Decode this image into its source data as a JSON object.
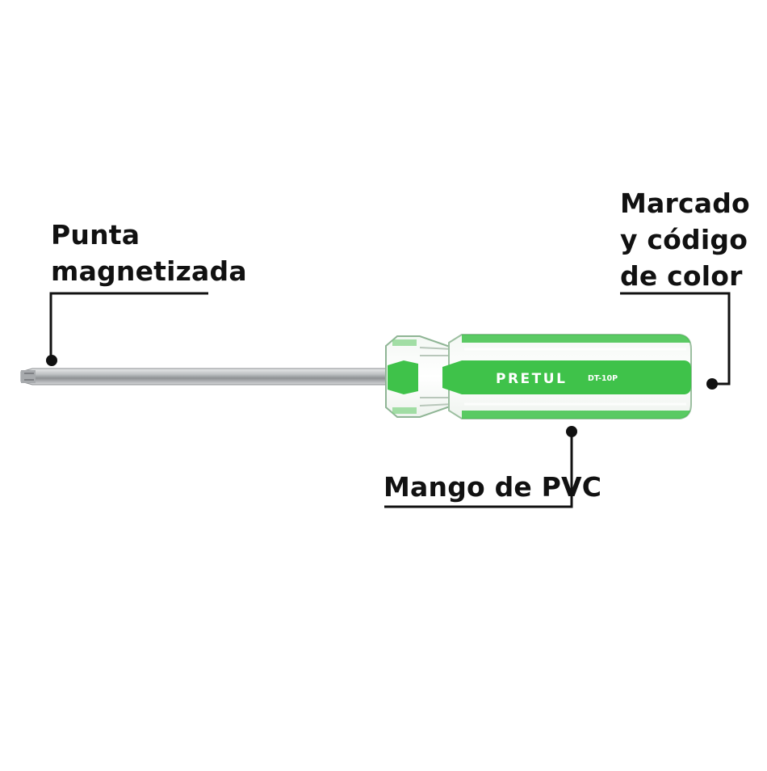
{
  "product": {
    "brand_label": "PRETUL",
    "model_label": "DT-10P",
    "handle_color": "#3fc24a",
    "shaft_color": "#c9ccce"
  },
  "callouts": {
    "tip": {
      "line1": "Punta",
      "line2": "magnetizada"
    },
    "marking": {
      "line1": "Marcado",
      "line2": "y código",
      "line3": "de color"
    },
    "handle": {
      "line1": "Mango de PVC"
    }
  }
}
